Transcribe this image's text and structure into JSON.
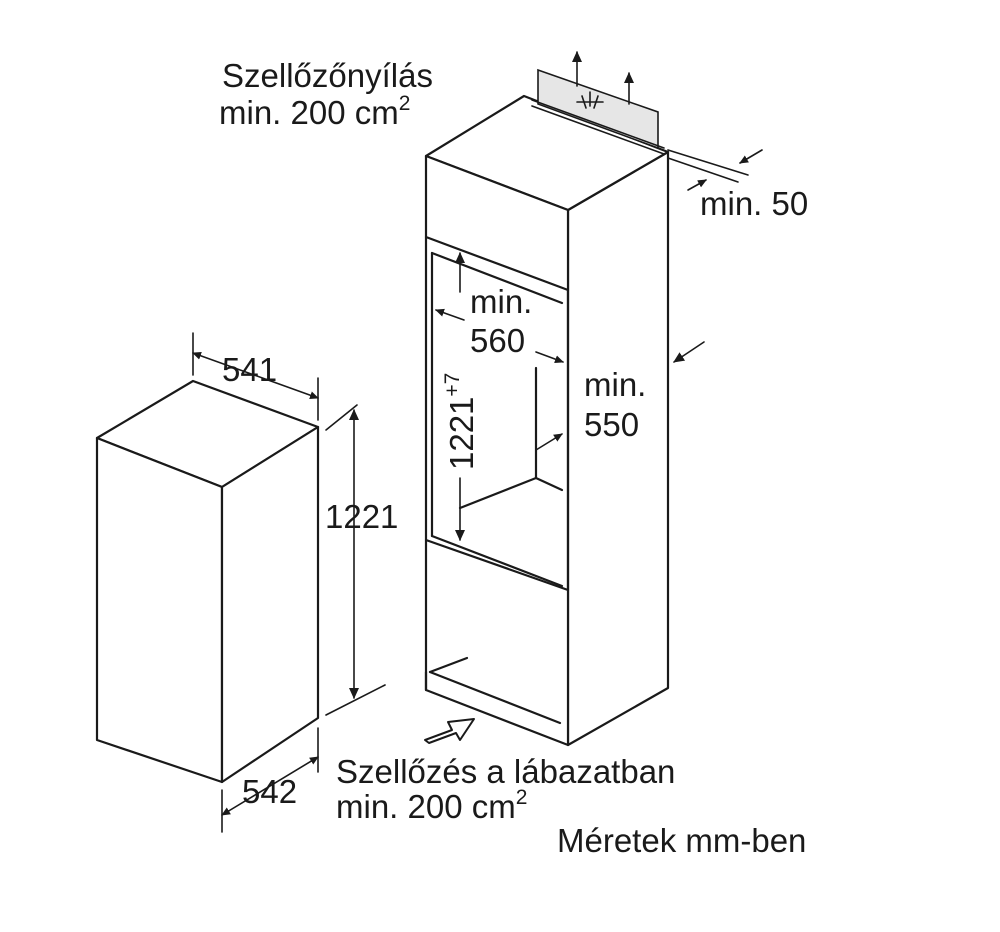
{
  "labels": {
    "vent_top_line1": "Szellőzőnyílás",
    "vent_top_line2": "min. 200 cm",
    "vent_top_sup": "2",
    "gap_back": "min. 50",
    "niche_width_line1": "min.",
    "niche_width_line2": "560",
    "niche_height_main": "1221",
    "niche_height_sup": "+7",
    "niche_depth_line1": "min.",
    "niche_depth_line2": "550",
    "appliance_width": "541",
    "appliance_height": "1221",
    "appliance_depth": "542",
    "vent_bottom_line1": "Szellőzés a lábazatban",
    "vent_bottom_line2": "min. 200 cm",
    "vent_bottom_sup": "2",
    "units_note": "Méretek mm-ben"
  },
  "colors": {
    "line": "#1a1a1a",
    "background": "#ffffff",
    "grille": "#e6e6e6"
  },
  "icons": [
    "fan-icon",
    "arrow-up-icon",
    "arrow-right-icon"
  ]
}
